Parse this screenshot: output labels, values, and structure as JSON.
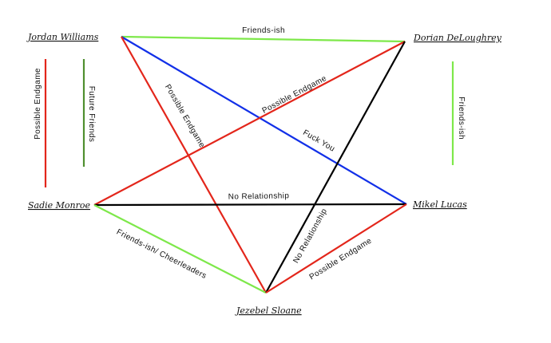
{
  "colors": {
    "red": "#e3261b",
    "green": "#7ee84a",
    "dark_green": "#4f8f2f",
    "blue": "#1230e8",
    "black": "#000000"
  },
  "people": {
    "jordan": "Jordan Williams",
    "dorian": "Dorian DeLoughrey",
    "sadie": "Sadie Monroe",
    "mikel": "Mikel Lucas",
    "jezebel": "Jezebel Sloane"
  },
  "relationships": [
    {
      "from": "Jordan Williams",
      "to": "Dorian DeLoughrey",
      "label": "Friends-ish",
      "color": "green"
    },
    {
      "from": "Jordan Williams",
      "to": "Mikel Lucas",
      "label": "Fuck You",
      "color": "blue"
    },
    {
      "from": "Jordan Williams",
      "to": "Jezebel Sloane",
      "label": "Possible Endgame",
      "color": "red"
    },
    {
      "from": "Sadie Monroe",
      "to": "Dorian DeLoughrey",
      "label": "Possible Endgame",
      "color": "red"
    },
    {
      "from": "Sadie Monroe",
      "to": "Mikel Lucas",
      "label": "No Relationship",
      "color": "black"
    },
    {
      "from": "Sadie Monroe",
      "to": "Jezebel Sloane",
      "label": "Friends-ish/ Cheerleaders",
      "color": "green"
    },
    {
      "from": "Jezebel Sloane",
      "to": "Dorian DeLoughrey",
      "label": "No Relationship",
      "color": "black"
    },
    {
      "from": "Jezebel Sloane",
      "to": "Mikel Lucas",
      "label": "Possible Endgame",
      "color": "red"
    },
    {
      "from": "Dorian DeLoughrey",
      "to": "Mikel Lucas",
      "label": "Friends-ish",
      "color": "green"
    },
    {
      "from": "Jordan Williams",
      "to": "Sadie Monroe",
      "label": "Possible Endgame",
      "color": "red"
    },
    {
      "from": "Jordan Williams",
      "to": "Sadie Monroe",
      "label": "Future Friends",
      "color": "dark_green"
    }
  ]
}
